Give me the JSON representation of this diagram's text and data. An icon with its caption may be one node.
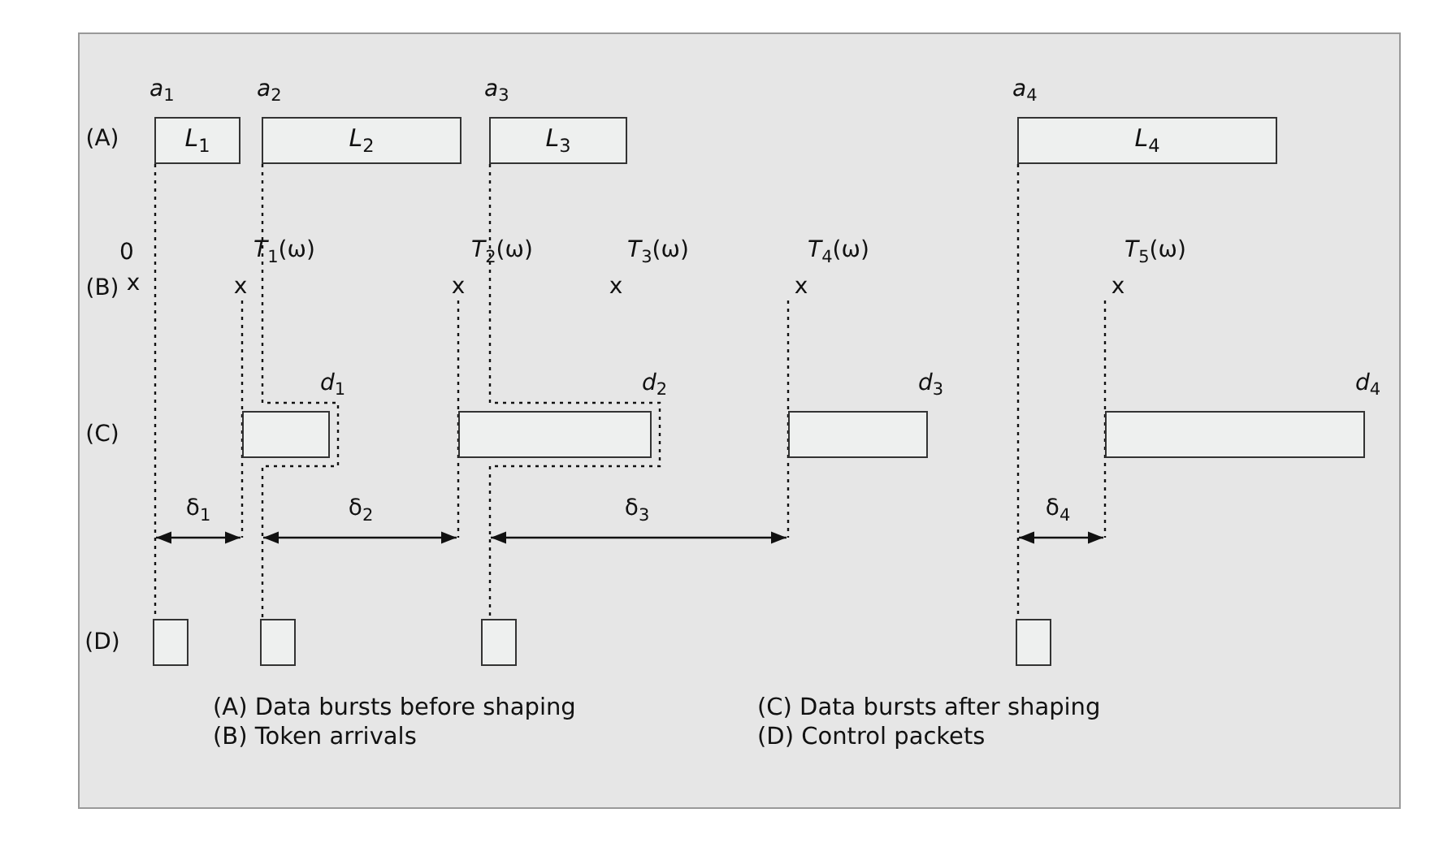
{
  "diagram": {
    "nodes": [
      {
        "text": [
          "*L*$_{1}$"
        ],
        "beside": [
          "*a*$_{1}$"
        ]
      },
      {
        "text": [
          "*L*$_{2}$"
        ],
        "beside": [
          "*a*$_{2}$"
        ]
      },
      {
        "text": [
          "*L*$_{3}$"
        ],
        "beside": [
          "*a*$_{3}$"
        ]
      },
      {
        "text": [
          "*L*$_{4}$"
        ],
        "beside": [
          "*a*$_{4}$"
        ]
      },
      {
        "text": [],
        "shape": "box",
        "beside": [
          "*d*$_{1}$"
        ]
      },
      {
        "text": [],
        "shape": "box",
        "beside": [
          "*d*$_{2}$"
        ]
      },
      {
        "text": [],
        "shape": "box",
        "beside": [
          "*d*$_{3}$"
        ]
      },
      {
        "text": [],
        "shape": "box",
        "beside": [
          "*d*$_{4}$"
        ]
      },
      {
        "text": [],
        "shape": "box"
      },
      {
        "text": [],
        "shape": "box"
      },
      {
        "text": [],
        "shape": "box"
      },
      {
        "text": [],
        "shape": "box"
      }
    ],
    "edges": [
      {
        "from": 0,
        "to": 8,
        "arrow": "none",
        "style": "dashed"
      },
      {
        "from": 1,
        "to": 9,
        "arrow": "none",
        "style": "dashed"
      },
      {
        "from": 2,
        "to": 10,
        "arrow": "none",
        "style": "dashed"
      },
      {
        "from": 3,
        "to": 11,
        "arrow": "none",
        "style": "dashed"
      }
    ],
    "labels": [
      "(A)",
      "0",
      "*T*$_{1}$(ω)",
      "*T*$_{2}$(ω)",
      "*T*$_{3}$(ω)",
      "*T*$_{4}$(ω)",
      "*T*$_{5}$(ω)",
      "(B)",
      "x",
      "x",
      "x",
      "x",
      "x",
      "x",
      "(C)",
      "δ$_{1}$",
      "δ$_{2}$",
      "δ$_{3}$",
      "δ$_{4}$",
      "(D)",
      "(A) Data bursts before shaping",
      "(C) Data bursts after shaping",
      "(B) Token arrivals",
      "(D) Control packets"
    ]
  }
}
